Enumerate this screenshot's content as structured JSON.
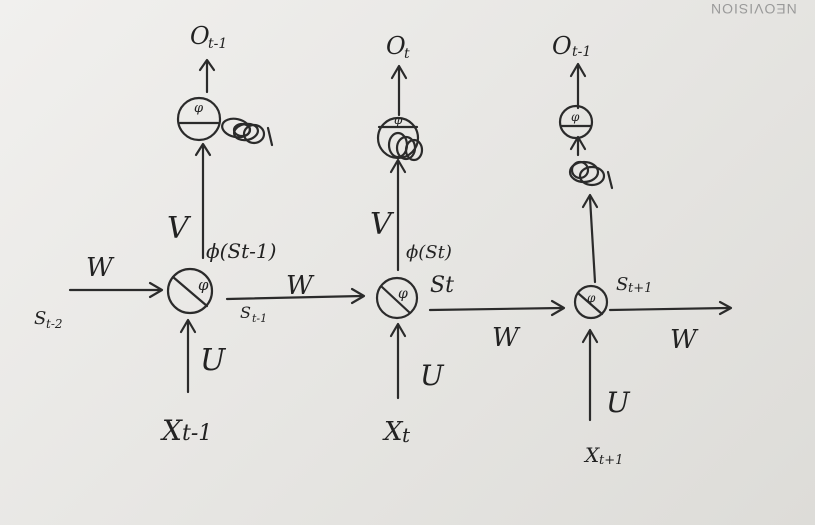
{
  "watermark": "NEOVISION",
  "colors": {
    "ink": "#2b2b2b",
    "paper": "#ecebe8"
  },
  "labels": {
    "o_prev": "O",
    "o_prev_sub": "t-1",
    "o_cur": "O",
    "o_cur_sub": "t",
    "o_next": "O",
    "o_next_sub": "t-1",
    "v1": "V",
    "v2": "V",
    "phi1": "ϕ(St-1)",
    "phi2": "ϕ(St)",
    "s_prev2": "S",
    "s_prev2_sub": "t-2",
    "s_prev": "S",
    "s_prev_sub": "t-1",
    "s_cur": "St",
    "s_next": "S",
    "s_next_sub": "t+1",
    "w1": "W",
    "w2": "W",
    "w3": "W",
    "w4": "W",
    "u1": "U",
    "u2": "U",
    "u3": "U",
    "x_prev": "X",
    "x_prev_sub": "t-1",
    "x_cur": "X",
    "x_cur_sub": "t",
    "x_next": "X",
    "x_next_sub": "t+1"
  }
}
